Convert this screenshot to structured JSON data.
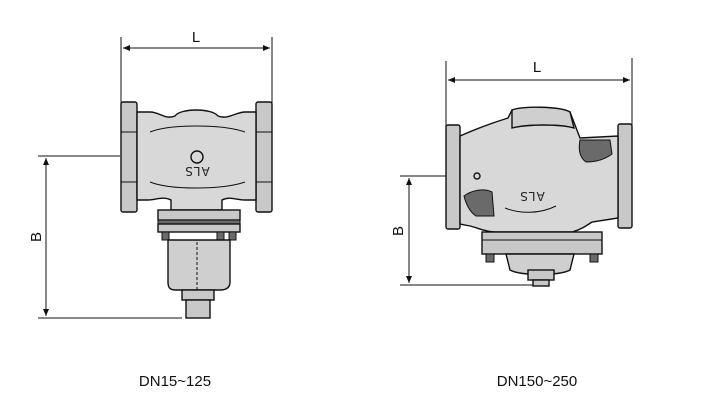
{
  "left_figure": {
    "dim_length": "L",
    "dim_height": "B",
    "valve_marking": "ALS",
    "caption": "DN15~125"
  },
  "right_figure": {
    "dim_length": "L",
    "dim_height": "B",
    "valve_marking": "ALS",
    "caption": "DN150~250"
  }
}
